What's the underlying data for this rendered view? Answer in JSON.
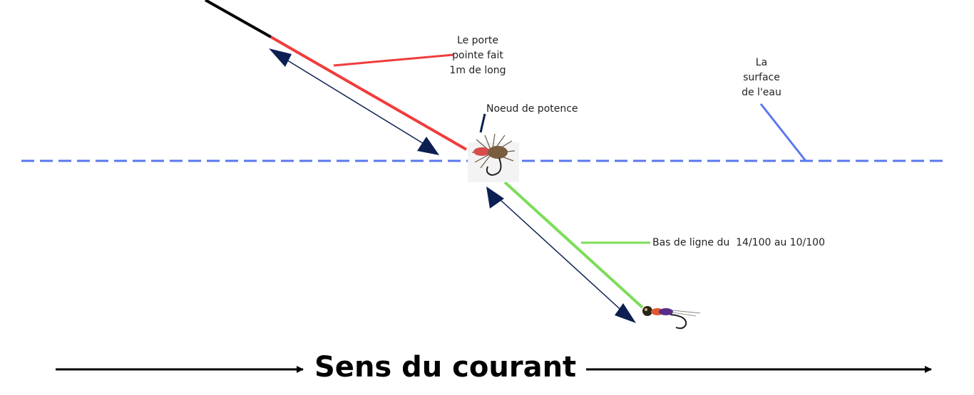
{
  "labels": {
    "tippet_line1": "Le porte",
    "tippet_line2": "pointe fait",
    "tippet_line3": "1m de long",
    "surface_line1": "La",
    "surface_line2": "surface",
    "surface_line3": "de l'eau",
    "knot": "Noeud de potence",
    "leader": "Bas de ligne du  14/100 au 10/100"
  },
  "title": "Sens du courant",
  "colors": {
    "fly_line": "#000000",
    "tippet": "#f03c3c",
    "leader": "#7ddc5a",
    "water_surface": "#5a78ee",
    "measure_arrow": "#0c1f52"
  },
  "icons": {
    "dry_fly": "dry-fly-icon",
    "nymph": "nymph-icon"
  }
}
